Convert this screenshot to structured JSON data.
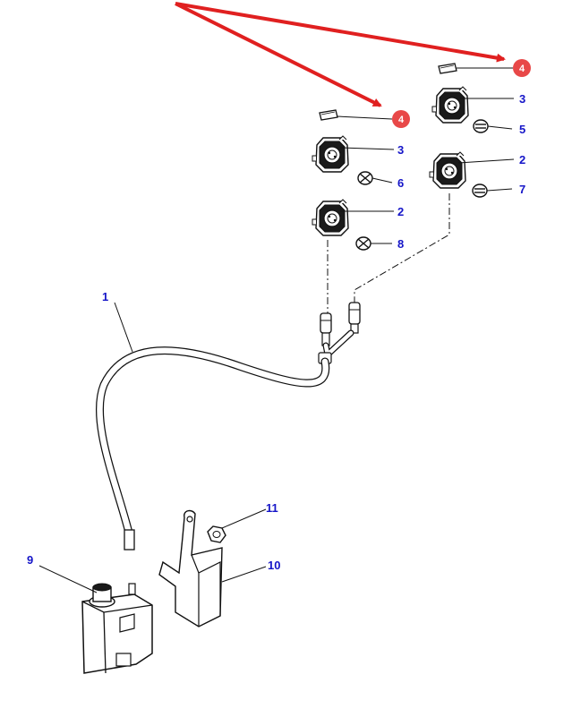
{
  "colors": {
    "label": "#1515c8",
    "callout_arrow": "#e02020",
    "callout_badge": "#e84848",
    "line": "#111111"
  },
  "callouts": [
    {
      "id": "left",
      "text": "4"
    },
    {
      "id": "right",
      "text": "4"
    }
  ],
  "labels": {
    "l1": "1",
    "l2a": "2",
    "l2b": "2",
    "l3a": "3",
    "l3b": "3",
    "l5": "5",
    "l6": "6",
    "l7": "7",
    "l8": "8",
    "l9": "9",
    "l10": "10",
    "l11": "11"
  }
}
